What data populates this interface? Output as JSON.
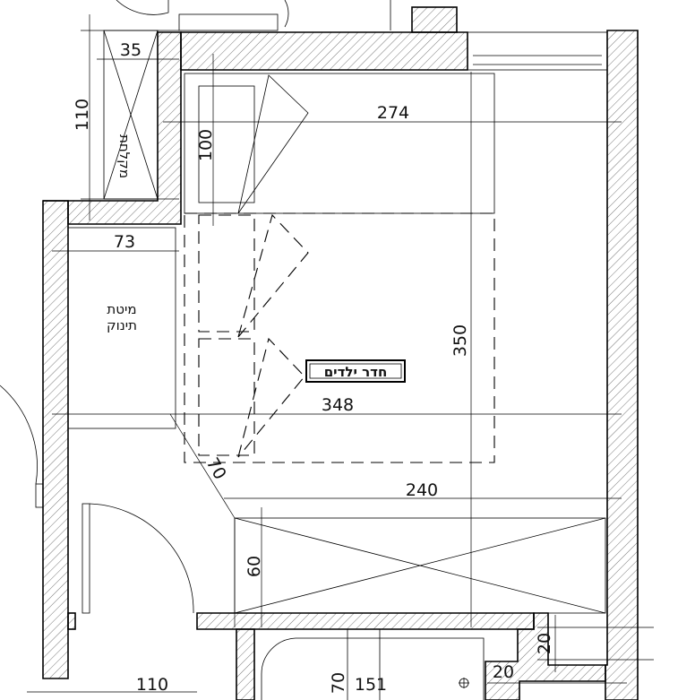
{
  "plan": {
    "room_label": "חדר ילדים",
    "crib_label_line1": "מיטת",
    "crib_label_line2": "תינוק",
    "closet_label": "מקלחת",
    "dimensions": {
      "d35": "35",
      "d110_left": "110",
      "d100": "100",
      "d274": "274",
      "d73": "73",
      "d350": "350",
      "d348": "348",
      "d70_diag": "70",
      "d240": "240",
      "d60": "60",
      "d20_right": "20",
      "d20_bottom": "20",
      "d110_bottom": "110",
      "d70_bottom": "70",
      "d151": "151"
    }
  }
}
